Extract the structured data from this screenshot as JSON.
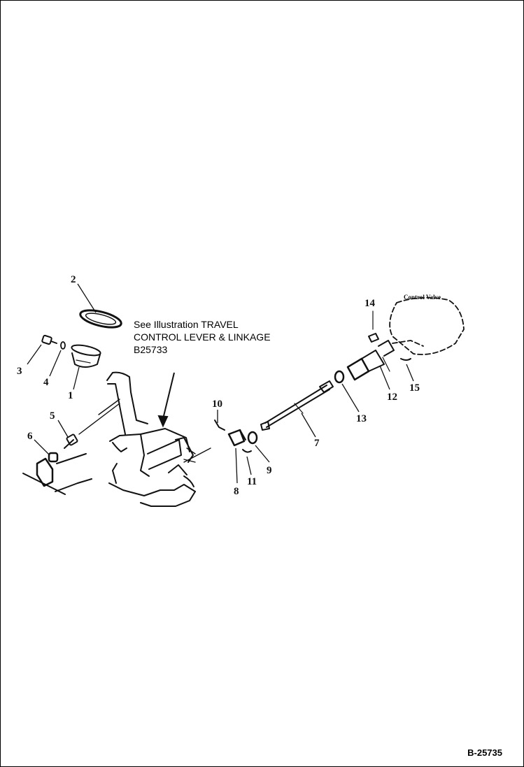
{
  "diagram": {
    "callouts": [
      "1",
      "2",
      "3",
      "4",
      "5",
      "6",
      "7",
      "8",
      "9",
      "10",
      "11",
      "12",
      "13",
      "14",
      "15"
    ],
    "valve_label": "Control Valve",
    "note": {
      "line1": "See Illustration TRAVEL",
      "line2": "CONTROL LEVER & LINKAGE",
      "line3": "B25733"
    },
    "figure_id": "B-25735"
  }
}
